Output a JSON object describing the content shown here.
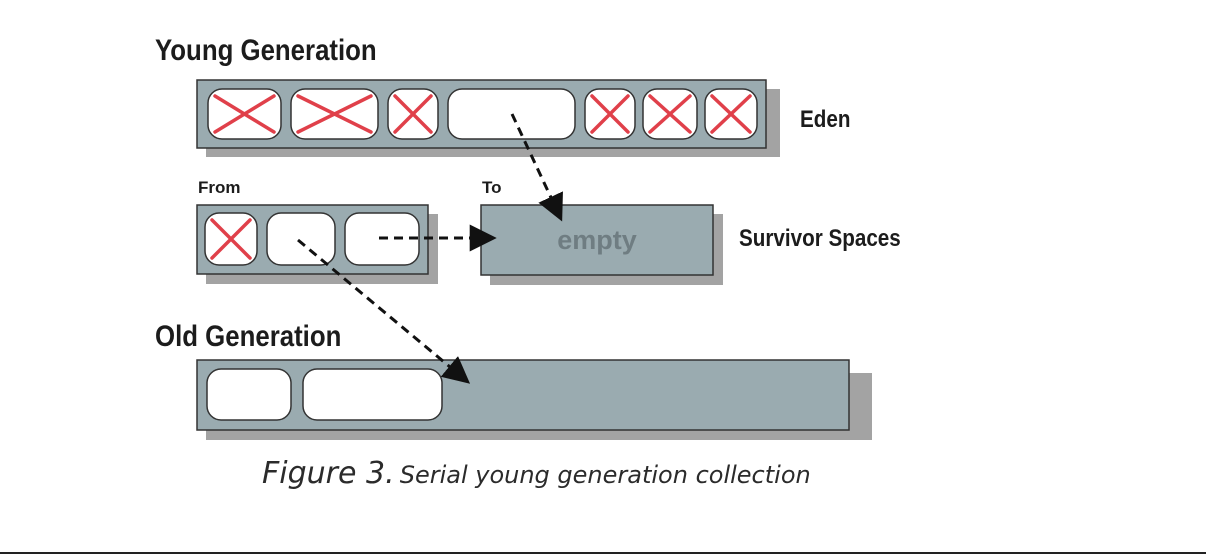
{
  "labels": {
    "young_generation": "Young Generation",
    "eden": "Eden",
    "from": "From",
    "to": "To",
    "survivor_spaces": "Survivor Spaces",
    "empty": "empty",
    "old_generation": "Old Generation"
  },
  "caption": {
    "figure": "Figure 3.",
    "text": "Serial young generation collection"
  },
  "colors": {
    "region_fill": "#9aabb0",
    "region_shadow": "#a3a3a3",
    "object_fill": "#ffffff",
    "dead_mark": "#e0404a",
    "empty_text": "#6f7d82"
  },
  "regions": {
    "eden": [
      "dead",
      "dead",
      "dead",
      "live",
      "dead",
      "dead",
      "dead"
    ],
    "from": [
      "dead",
      "live",
      "live"
    ],
    "to": [],
    "old": [
      "live",
      "live"
    ]
  }
}
